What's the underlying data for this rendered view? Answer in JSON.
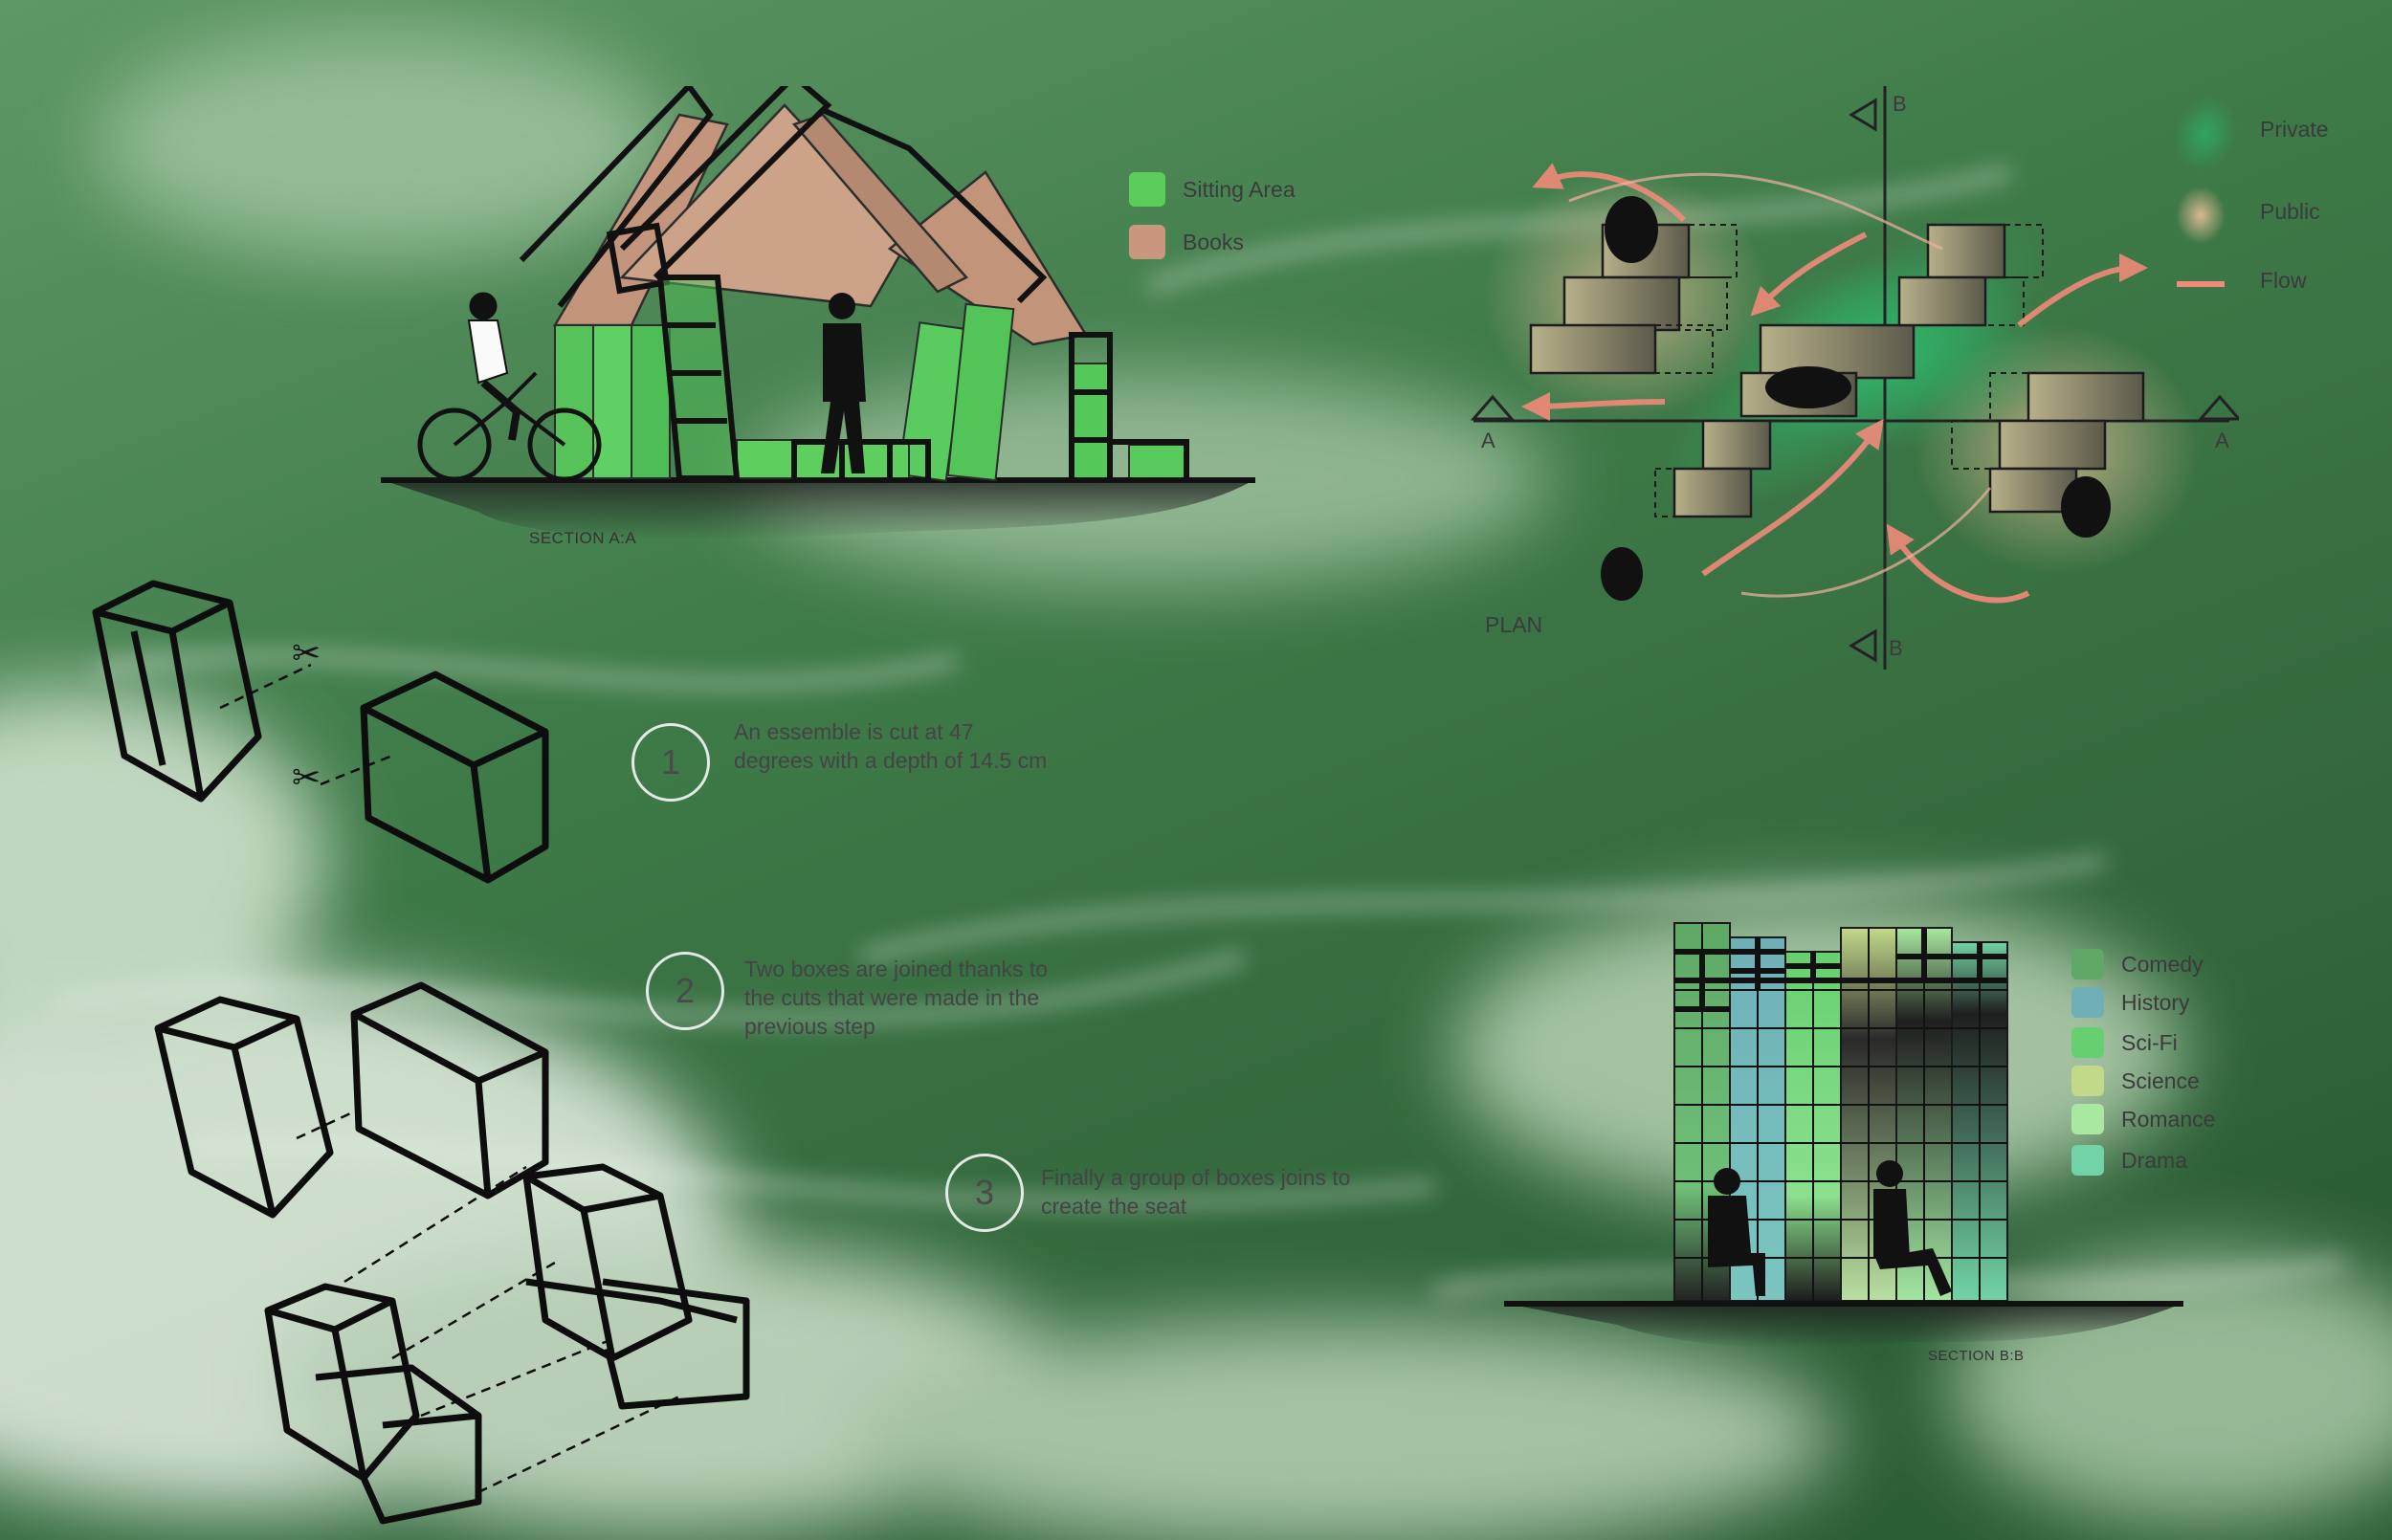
{
  "section_aa": {
    "caption": "SECTION A:A",
    "legend": [
      {
        "label": "Sitting Area",
        "color": "#5ccc5c"
      },
      {
        "label": "Books",
        "color": "#c9967e"
      }
    ]
  },
  "plan": {
    "caption": "PLAN",
    "axis_a_left": "A",
    "axis_a_right": "A",
    "axis_b_top": "B",
    "axis_b_bottom": "B",
    "legend": [
      {
        "label": "Private",
        "color": "#3fae6a"
      },
      {
        "label": "Public",
        "color": "#d9b08f"
      },
      {
        "label": "Flow",
        "color": "#f08a7a"
      }
    ]
  },
  "steps": [
    {
      "number": "1",
      "text": "An essemble is cut at 47 degrees with a depth of 14.5 cm"
    },
    {
      "number": "2",
      "text": "Two boxes are joined thanks to the cuts that were made in the previous step"
    },
    {
      "number": "3",
      "text": "Finally a group of boxes joins to create the seat"
    }
  ],
  "section_bb": {
    "caption": "SECTION B:B",
    "legend": [
      {
        "label": "Comedy",
        "color": "#5fa866"
      },
      {
        "label": "History",
        "color": "#6fb0b8"
      },
      {
        "label": "Sci-Fi",
        "color": "#66d070"
      },
      {
        "label": "Science",
        "color": "#c3d98a"
      },
      {
        "label": "Romance",
        "color": "#a8e8a0"
      },
      {
        "label": "Drama",
        "color": "#72d4a6"
      }
    ]
  }
}
